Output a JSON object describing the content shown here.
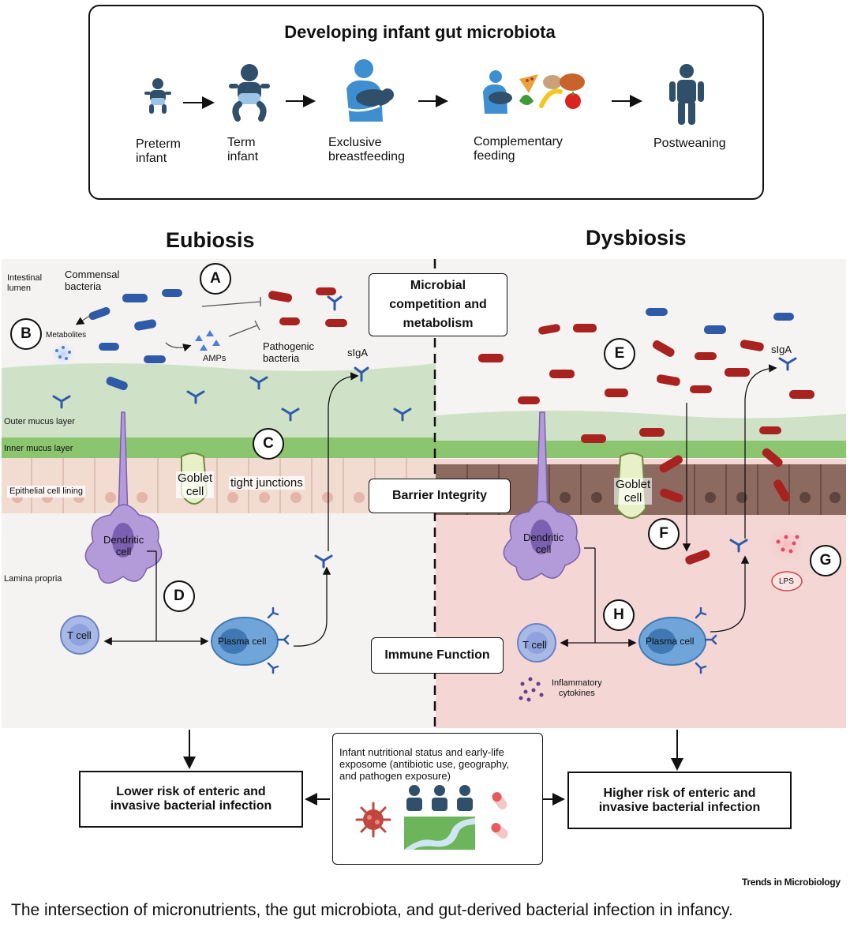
{
  "top_panel": {
    "title": "Developing infant gut microbiota",
    "stages": [
      {
        "label": "Preterm\ninfant",
        "icon": "preterm-infant-icon"
      },
      {
        "label": "Term\ninfant",
        "icon": "term-infant-icon"
      },
      {
        "label": "Exclusive\nbreastfeeding",
        "icon": "breastfeeding-icon"
      },
      {
        "label": "Complementary\nfeeding",
        "icon": "complementary-feeding-icon"
      },
      {
        "label": "Postweaning",
        "icon": "child-icon"
      }
    ]
  },
  "eubiosis": {
    "title": "Eubiosis",
    "labels": {
      "lumen": "Intestinal\nlumen",
      "commensal": "Commensal\nbacteria",
      "metabolites": "Metabolites",
      "amps": "AMPs",
      "pathogenic": "Pathogenic\nbacteria",
      "siga": "sIgA",
      "outer_mucus": "Outer mucus layer",
      "inner_mucus": "Inner mucus layer",
      "goblet": "Goblet\ncell",
      "tight_junctions": "tight junctions",
      "epithelial": "Epithelial cell lining",
      "dendritic": "Dendritic\ncell",
      "lamina": "Lamina propria",
      "tcell": "T cell",
      "plasma": "Plasma cell"
    },
    "letters": [
      "A",
      "B",
      "C",
      "D"
    ]
  },
  "dysbiosis": {
    "title": "Dysbiosis",
    "labels": {
      "siga": "sIgA",
      "goblet": "Goblet\ncell",
      "dendritic": "Dendritic\ncell",
      "tcell": "T cell",
      "plasma": "Plasma cell",
      "lps": "LPS",
      "cytokines": "Inflammatory\ncytokines"
    },
    "letters": [
      "E",
      "F",
      "G",
      "H"
    ]
  },
  "center_boxes": {
    "microbial": "Microbial\ncompetition and\nmetabolism",
    "barrier": "Barrier Integrity",
    "immune": "Immune Function"
  },
  "bottom": {
    "exposome": "Infant nutritional status and early-life\nexposome (antibiotic use, geography,\nand pathogen exposure)",
    "lower_risk": "Lower risk of enteric and\ninvasive bacterial infection",
    "higher_risk": "Higher risk of enteric and\ninvasive bacterial infection"
  },
  "credit": "Trends in Microbiology",
  "caption": "The intersection of micronutrients, the gut microbiota, and gut-derived bacterial infection in infancy.",
  "colors": {
    "eubiosis_bg": "#f4f3f1",
    "dysbiosis_bg": "#f4d6d4",
    "mucus_outer": "#cfe2c8",
    "mucus_inner": "#8cc56f",
    "epithelium": "#f2dcd2",
    "dys_epithelium": "#8c6a60",
    "commensal": "#2e5aa8",
    "pathogen": "#a8221f",
    "dendritic": "#b39ad8",
    "plasma": "#6fa5d9",
    "icon_dark": "#2f4f6a",
    "icon_blue": "#3f8fd0"
  }
}
